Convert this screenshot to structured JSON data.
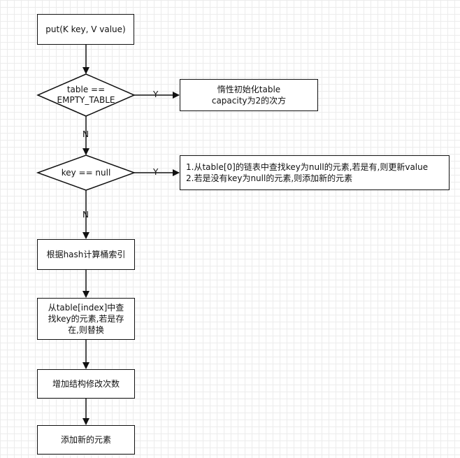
{
  "diagram": {
    "nodes": {
      "put": "put(K key, V value)",
      "check_empty": "table ==\nEMPTY_TABLE",
      "lazy_init": "惰性初始化table\ncapacity为2的次方",
      "check_null_key": "key == null",
      "null_key_handling": "1.从table[0]的链表中查找key为null的元素,若是有,则更新value\n2.若是没有key为null的元素,则添加新的元素",
      "hash_index": "根据hash计算桶索引",
      "find_replace": "从table[index]中查\n找key的元素,若是存\n在,则替换",
      "mod_count": "增加结构修改次数",
      "add_entry": "添加新的元素"
    },
    "edge_labels": {
      "empty_yes": "Y",
      "empty_no": "N",
      "null_yes": "Y",
      "null_no": "N"
    },
    "colors": {
      "stroke": "#111111",
      "fill": "#ffffff",
      "grid": "#ececec"
    }
  }
}
